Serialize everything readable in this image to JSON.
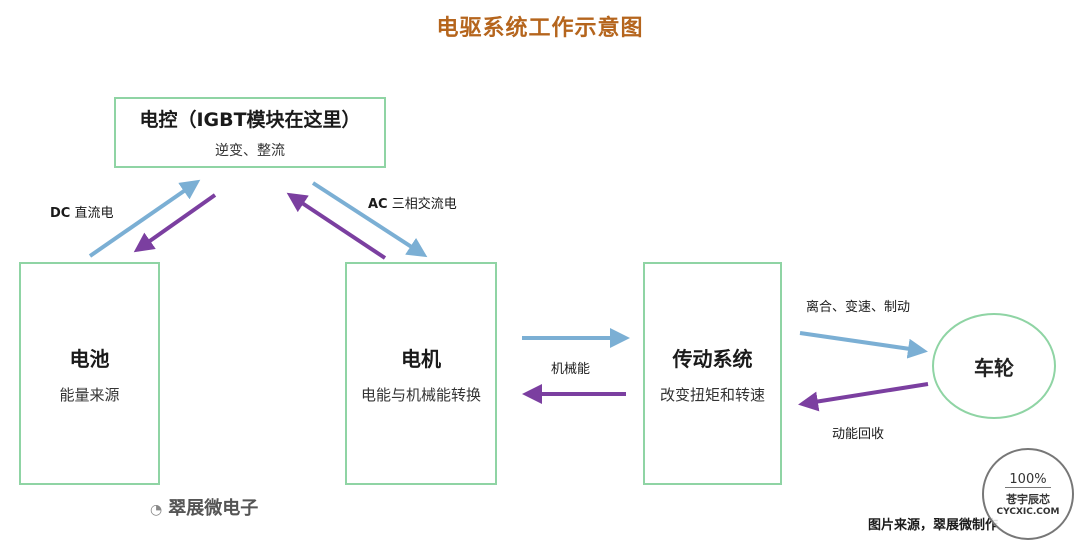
{
  "title": "电驱系统工作示意图",
  "ecu": {
    "name": "电控（IGBT模块在这里）",
    "desc": "逆变、整流"
  },
  "battery": {
    "name": "电池",
    "desc": "能量来源"
  },
  "motor": {
    "name": "电机",
    "desc": "电能与机械能转换"
  },
  "transmission": {
    "name": "传动系统",
    "desc": "改变扭矩和转速"
  },
  "wheel": {
    "name": "车轮"
  },
  "labels": {
    "dc": "DC",
    "dc_text": "直流电",
    "ac": "AC",
    "ac_text": "三相交流电",
    "mechanical": "机械能",
    "wheel_out": "离合、变速、制动",
    "wheel_back": "动能回收"
  },
  "colors": {
    "forward": "#7bafd4",
    "reverse": "#7b3fa0",
    "box_border": "#8fd4a4",
    "title": "#b5651d"
  },
  "watermark": "翠展微电子",
  "credit": "图片来源，翠展微制作",
  "stamp": {
    "percent": "100%",
    "name": "苍宇辰芯",
    "url": "CYCXIC.COM"
  }
}
